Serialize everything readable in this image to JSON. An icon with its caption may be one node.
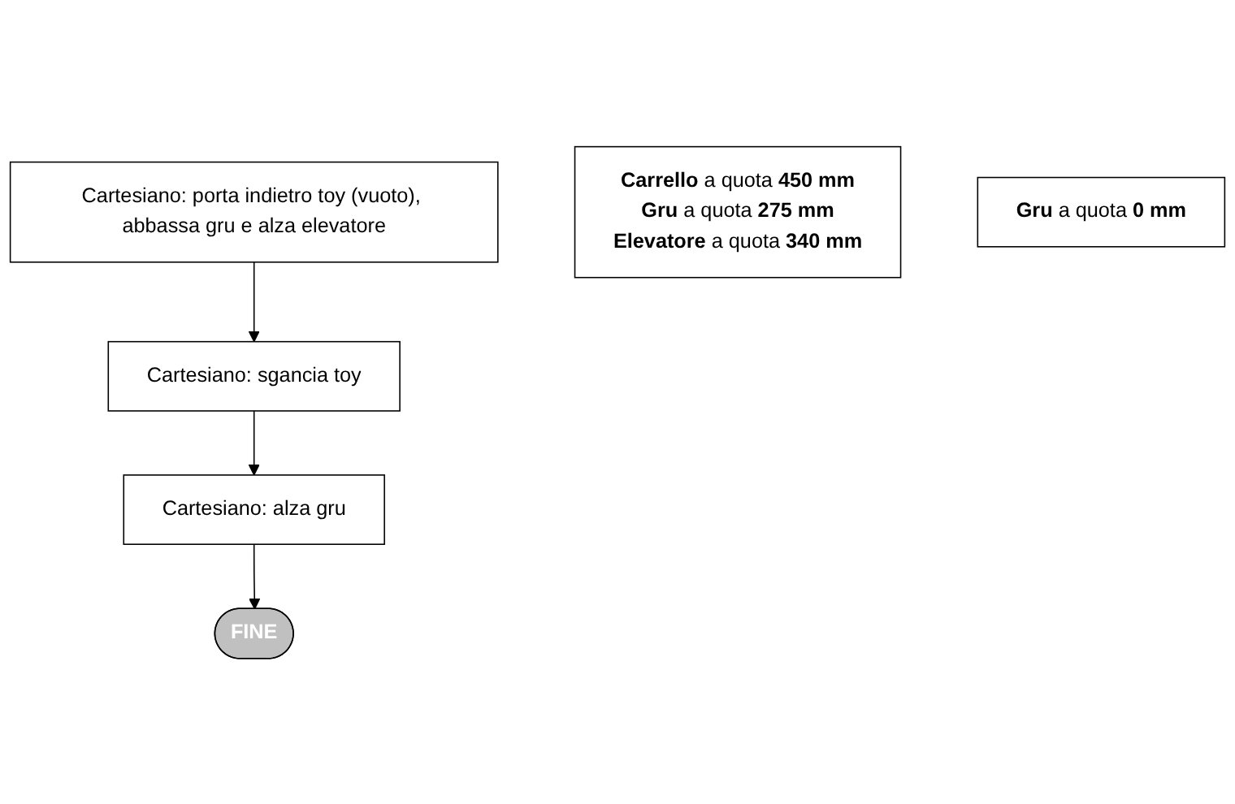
{
  "diagram": {
    "nodes": [
      {
        "text": [
          "Cartesiano: porta indietro toy (vuoto), abbassa gru e alza elevatore"
        ]
      },
      {
        "text": [
          "**Carrello** a quota **450 mm**",
          "**Gru** a quota **275 mm**",
          "**Elevatore** a quota **340 mm**"
        ]
      },
      {
        "text": [
          "Cartesiano: sgancia toy"
        ]
      },
      {
        "text": [
          "Cartesiano: alza gru"
        ]
      },
      {
        "text": [
          "**Gru** a quota **0 mm**"
        ]
      },
      {
        "text": [
          "FINE"
        ]
      }
    ],
    "edges": [
      {
        "from": 0,
        "to": 2,
        "arrow": "to"
      },
      {
        "from": 2,
        "to": 3,
        "arrow": "to"
      },
      {
        "from": 3,
        "to": 5,
        "arrow": "to"
      }
    ]
  }
}
